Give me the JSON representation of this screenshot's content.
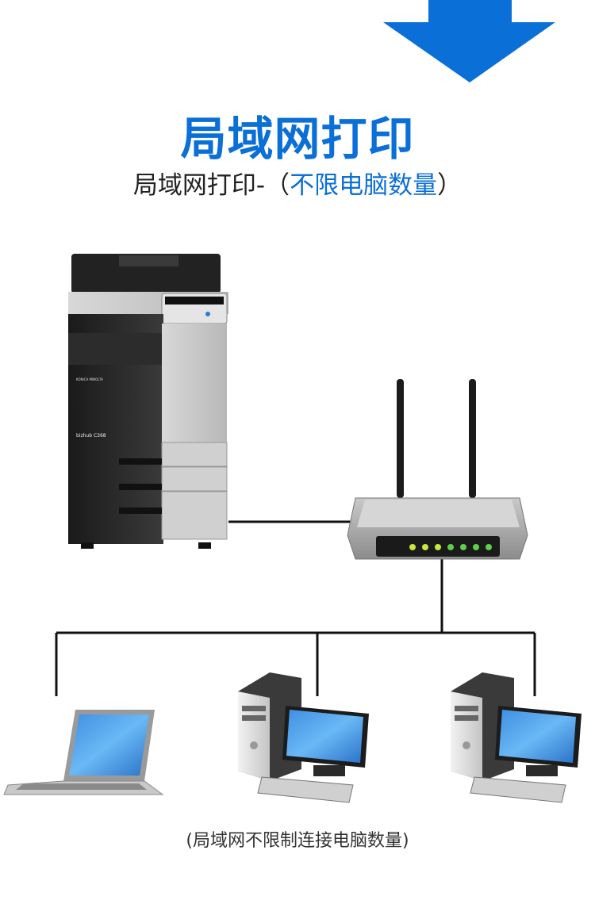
{
  "colors": {
    "accent": "#0b6fd8",
    "dark": "#2a2a2a",
    "line": "#111111"
  },
  "header": {
    "arrow_icon": "down-arrow-icon",
    "title": "局域网打印",
    "subtitle_prefix": "局域网打印-（",
    "subtitle_highlight": "不限电脑数量",
    "subtitle_suffix": "）"
  },
  "printer": {
    "brand_label": "KONICA MINOLTA",
    "model_label": "bizhub C368"
  },
  "caption": "(局域网不限制连接电脑数量)"
}
